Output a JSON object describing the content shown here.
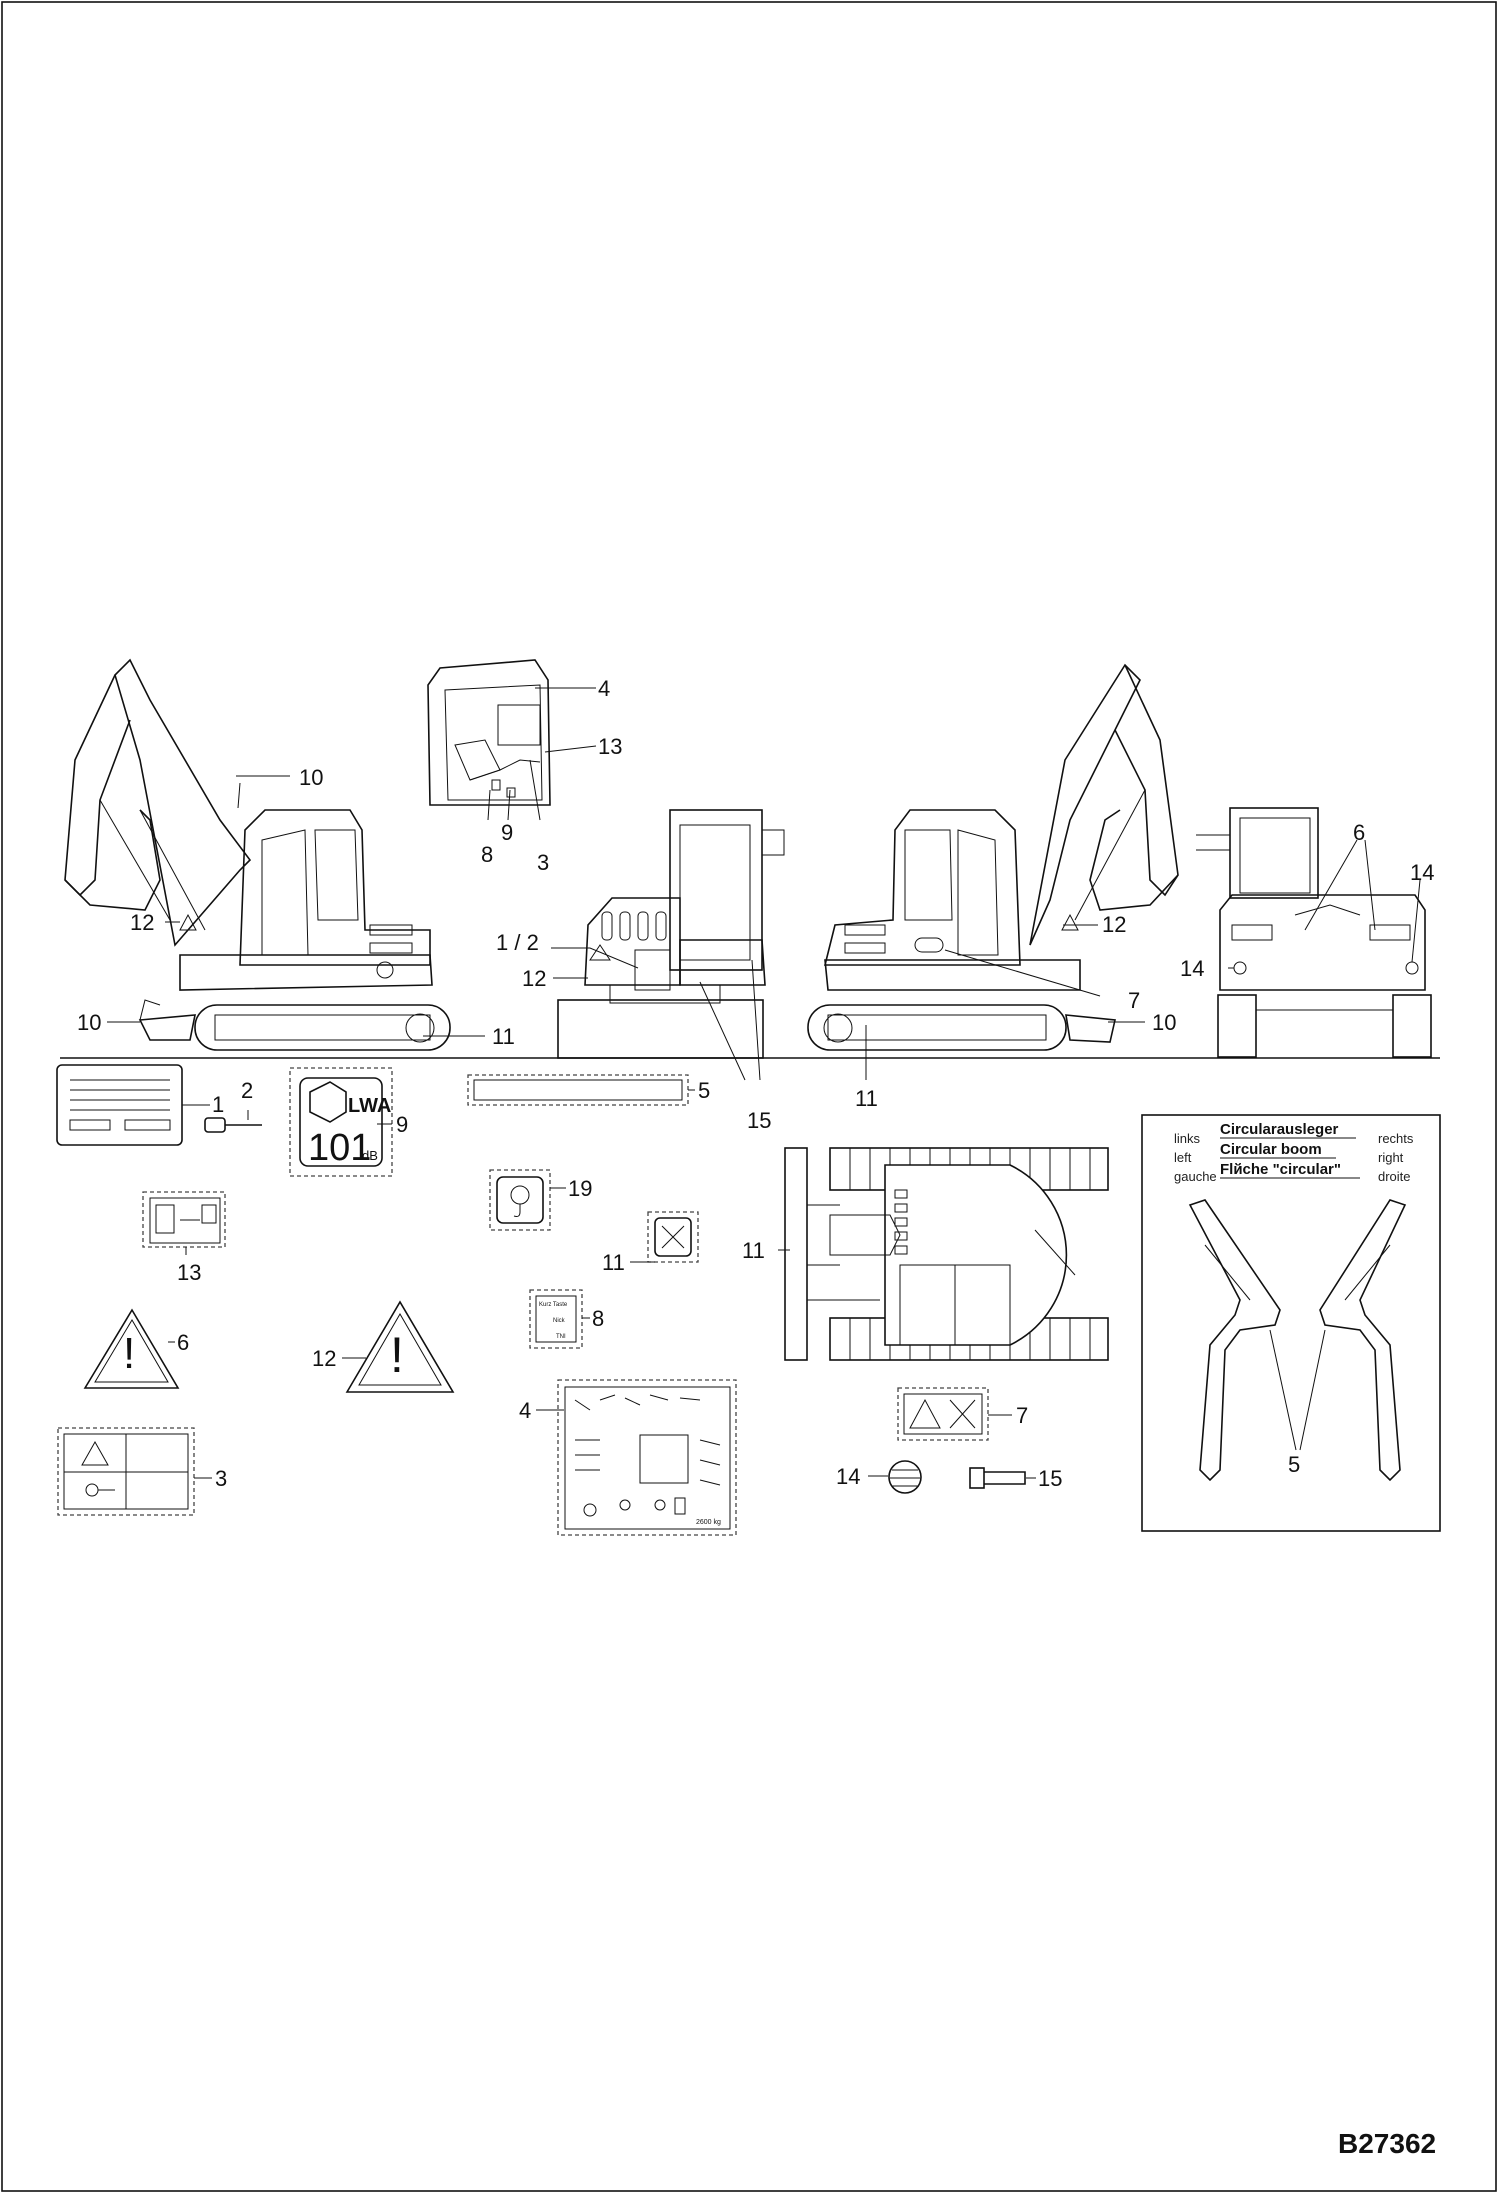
{
  "drawing_code": "B27362",
  "callouts": {
    "c1": "1",
    "c2": "2",
    "c3": "3",
    "c4": "4",
    "c5": "5",
    "c6": "6",
    "c7": "7",
    "c8": "8",
    "c9": "9",
    "c10": "10",
    "c11": "11",
    "c12": "12",
    "c13": "13",
    "c14": "14",
    "c15": "15",
    "c19": "19",
    "c12_slash": "1 / 2"
  },
  "noise_label": {
    "lwa": "LWA",
    "value": "101",
    "unit": "dB"
  },
  "boom_box": {
    "left_words": [
      "links",
      "left",
      "gauche"
    ],
    "titles": [
      "Circularausleger",
      "Circular boom",
      "Flйche \"circular\""
    ],
    "right_words": [
      "rechts",
      "right",
      "droite"
    ]
  },
  "decal8_text": [
    "Kurz Taste",
    "Nick",
    "TNI"
  ],
  "decal4_text": [
    "2600 kg"
  ],
  "colors": {
    "line": "#111111",
    "background": "#ffffff",
    "decal_fill": "#e8e8e8"
  },
  "icons": [
    "warning-triangle-icon",
    "hook-icon",
    "noise-icon",
    "tie-down-icon"
  ]
}
